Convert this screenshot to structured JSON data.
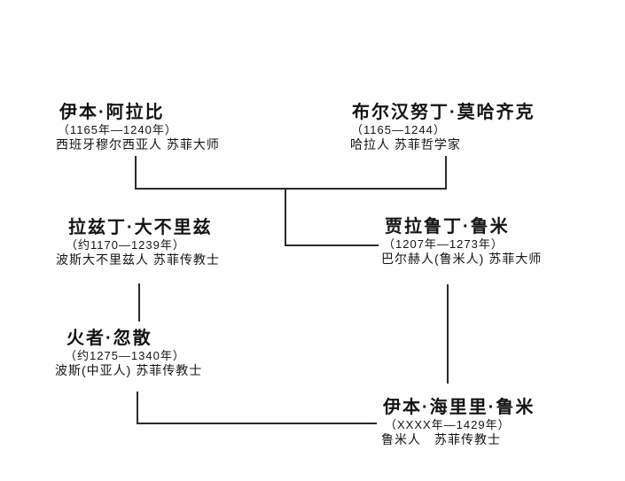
{
  "canvas": {
    "background": "#ffffff",
    "text_color": "#141414",
    "line_color": "#2b2b2b"
  },
  "people": [
    {
      "name": "伊本·阿拉比",
      "dates": "（1165年—1240年）",
      "desc": "西班牙穆尔西亚人 苏菲大师"
    },
    {
      "name": "布尔汉努丁·莫哈齐克",
      "dates": "（1165—1244）",
      "desc": "哈拉人 苏菲哲学家"
    },
    {
      "name": "拉兹丁·大不里兹",
      "dates": "（约1170—1239年）",
      "desc": "波斯大不里兹人 苏菲传教士"
    },
    {
      "name": "贾拉鲁丁·鲁米",
      "dates": "（1207年—1273年）",
      "desc": "巴尔赫人(鲁米人) 苏菲大师"
    },
    {
      "name": "火者·忽散",
      "dates": "（约1275—1340年）",
      "desc": "波斯(中亚人) 苏菲传教士"
    },
    {
      "name": "伊本·海里里·鲁米",
      "dates": "（XXXX年—1429年）",
      "desc": "鲁米人　苏菲传教士"
    }
  ],
  "connections": [
    {
      "from": [
        "伊本·阿拉比",
        "布尔汉努丁·莫哈齐克"
      ],
      "to": "贾拉鲁丁·鲁米"
    },
    {
      "from": [
        "拉兹丁·大不里兹"
      ],
      "to": "火者·忽散"
    },
    {
      "from": [
        "贾拉鲁丁·鲁米"
      ],
      "to": "伊本·海里里·鲁米"
    },
    {
      "from": [
        "火者·忽散"
      ],
      "to": "伊本·海里里·鲁米"
    }
  ]
}
